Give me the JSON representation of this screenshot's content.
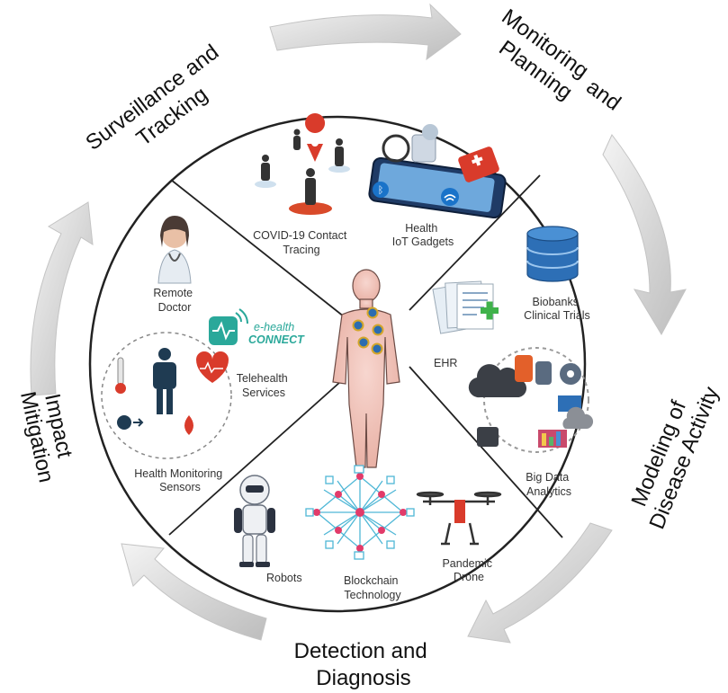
{
  "phases": {
    "surveillance": [
      "Surveillance and",
      "Tracking"
    ],
    "monitoring": [
      "Monitoring",
      "and",
      "Planning"
    ],
    "modeling": [
      "Modeling of",
      "Disease Activity"
    ],
    "detection": [
      "Detection and",
      "Diagnosis"
    ],
    "impact": [
      "Impact",
      "Mitigation"
    ]
  },
  "items": {
    "contact_tracing": [
      "COVID-19 Contact",
      "Tracing"
    ],
    "iot": [
      "Health",
      "IoT Gadgets"
    ],
    "biobanks": [
      "Biobanks",
      "Clinical Trials"
    ],
    "ehr": "EHR",
    "big_data": [
      "Big Data",
      "Analytics"
    ],
    "drone": [
      "Pandemic",
      "Drone"
    ],
    "blockchain": [
      "Blockchain",
      "Technology"
    ],
    "robots": "Robots",
    "sensors": [
      "Health Monitoring",
      "Sensors"
    ],
    "telehealth": [
      "Telehealth",
      "Services"
    ],
    "remote_doctor": [
      "Remote",
      "Doctor"
    ]
  },
  "logo": {
    "top": "e-health",
    "bottom": "CONNECT"
  },
  "colors": {
    "arrow": "#c9c9c9",
    "body": "#f2c6bd",
    "virus": "#2b6cb0",
    "logo": "#2aa89a"
  }
}
